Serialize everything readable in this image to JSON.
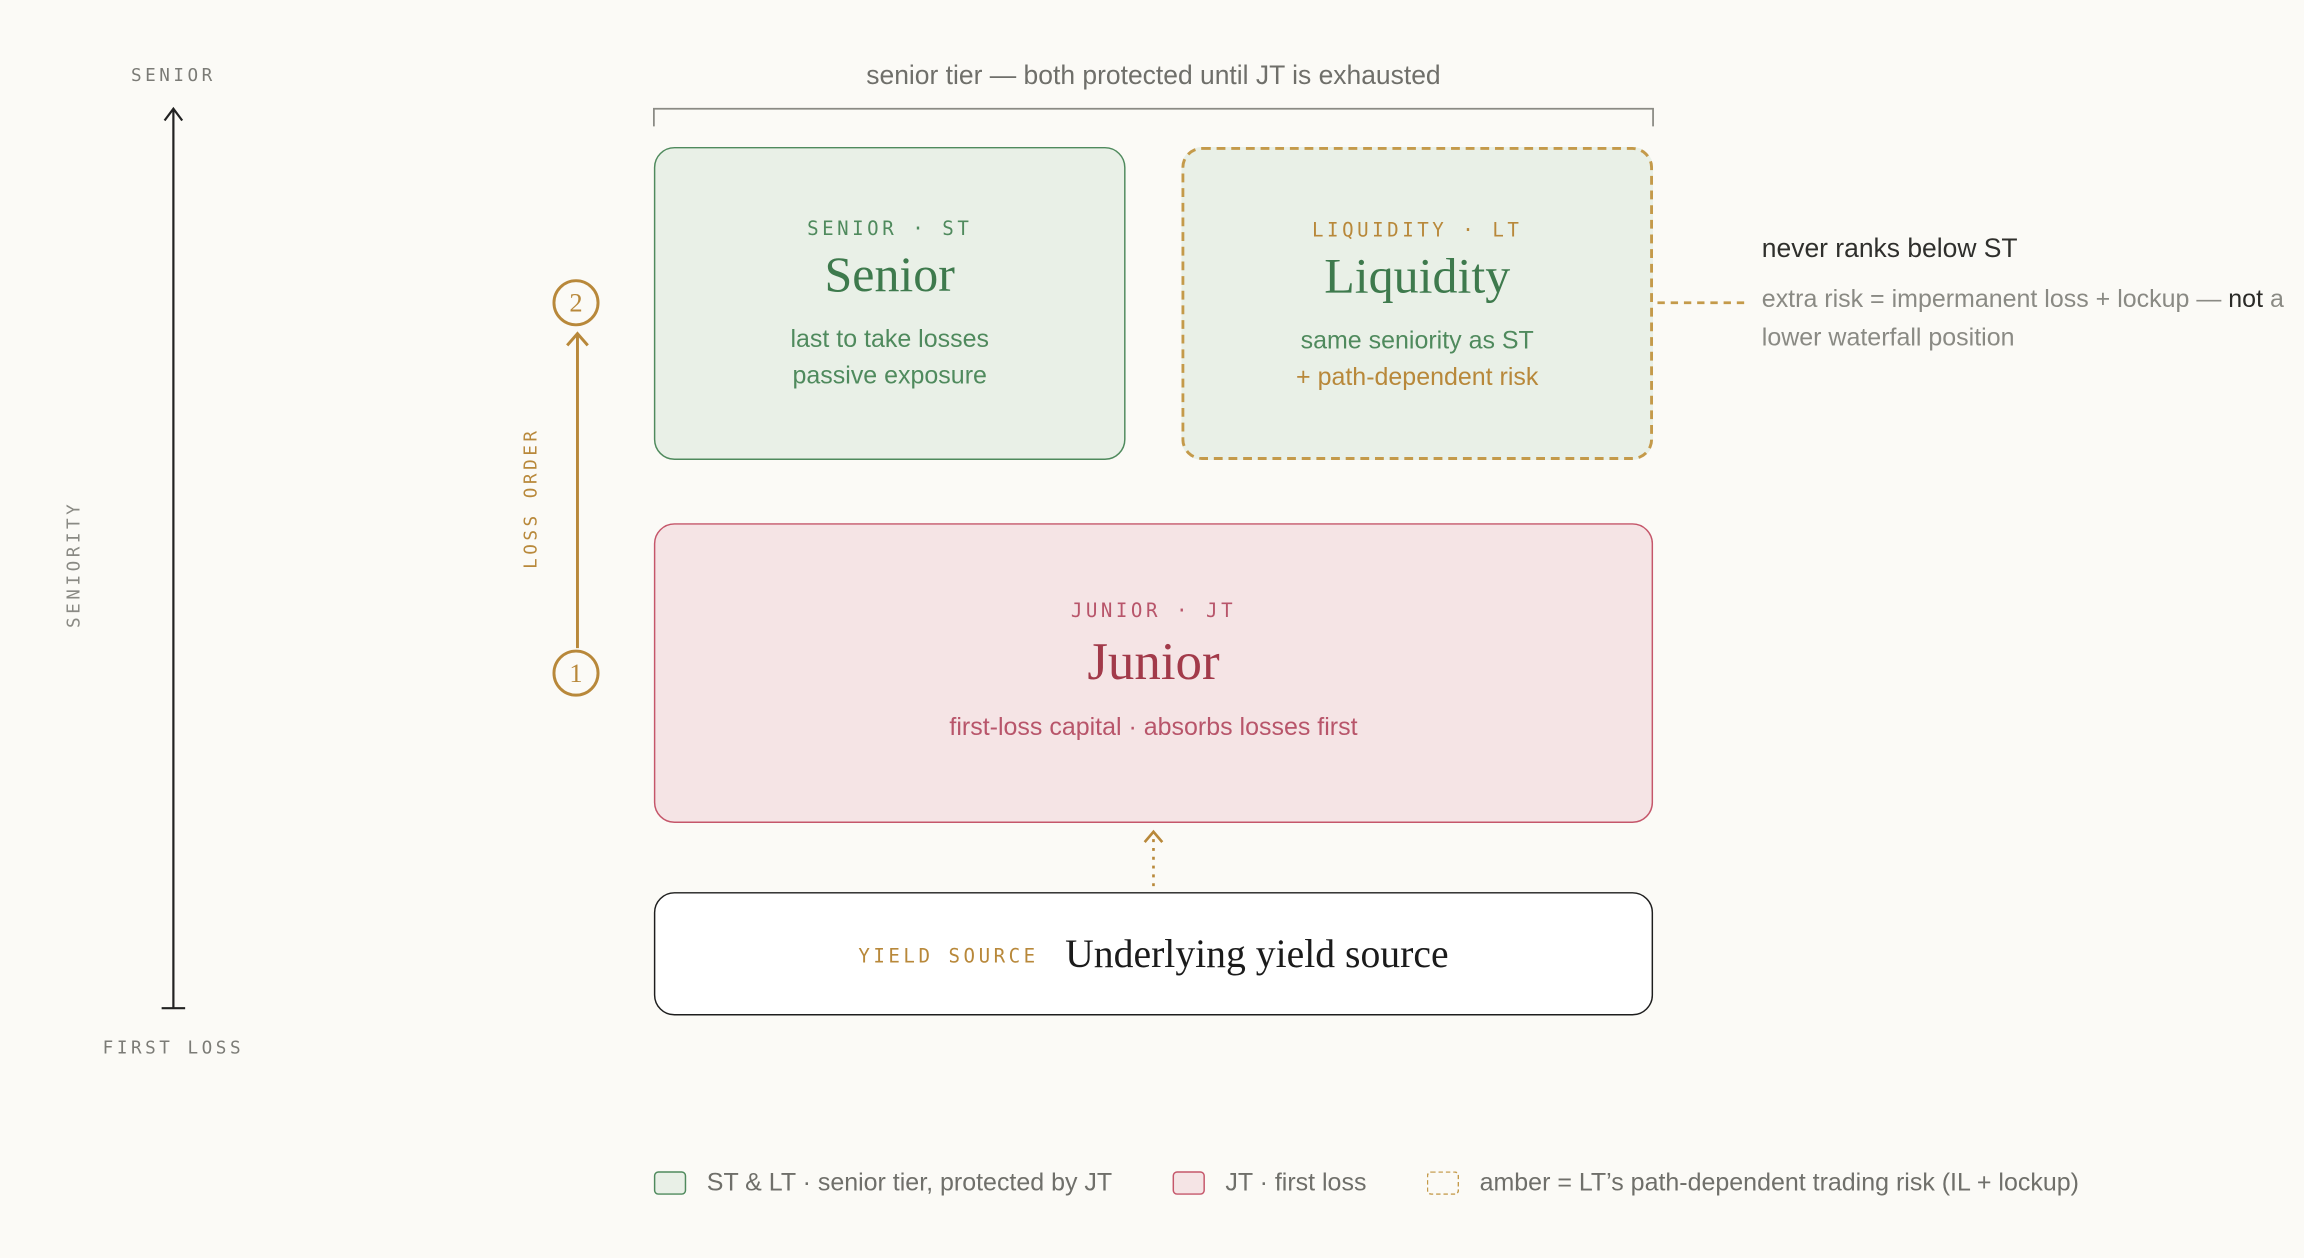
{
  "colors": {
    "background": "#fbfaf6",
    "senior_green": "#4f8a5d",
    "senior_fill": "#e9f0e7",
    "junior_red": "#c5566a",
    "junior_fill": "#f5e4e5",
    "amber": "#c49a4a",
    "text_dark": "#2f2f2c",
    "text_muted": "#8a8a84"
  },
  "axis": {
    "top_label": "SENIOR",
    "bottom_label": "FIRST LOSS",
    "vertical_label": "SENIORITY"
  },
  "loss_order": {
    "label": "LOSS ORDER",
    "step1": "1",
    "step2": "2"
  },
  "tier_label": "senior tier — both protected until JT is exhausted",
  "senior": {
    "tag": "SENIOR · ST",
    "title": "Senior",
    "line1": "last to take losses",
    "line2": "passive exposure"
  },
  "liquidity": {
    "tag": "LIQUIDITY · LT",
    "title": "Liquidity",
    "line1": "same seniority as ST",
    "line2": "+ path-dependent risk"
  },
  "junior": {
    "tag": "JUNIOR · JT",
    "title": "Junior",
    "line1": "first-loss capital · absorbs losses first"
  },
  "yield_source": {
    "tag": "YIELD SOURCE",
    "title": "Underlying yield source"
  },
  "annotation": {
    "title": "never ranks below ST",
    "body_prefix": "extra risk = impermanent loss + lockup — ",
    "body_strong": "not",
    "body_suffix": " a lower waterfall position"
  },
  "legend": {
    "item1": "ST & LT · senior tier, protected by JT",
    "item2": "JT · first loss",
    "item3": "amber = LT’s path-dependent trading risk (IL + lockup)"
  }
}
